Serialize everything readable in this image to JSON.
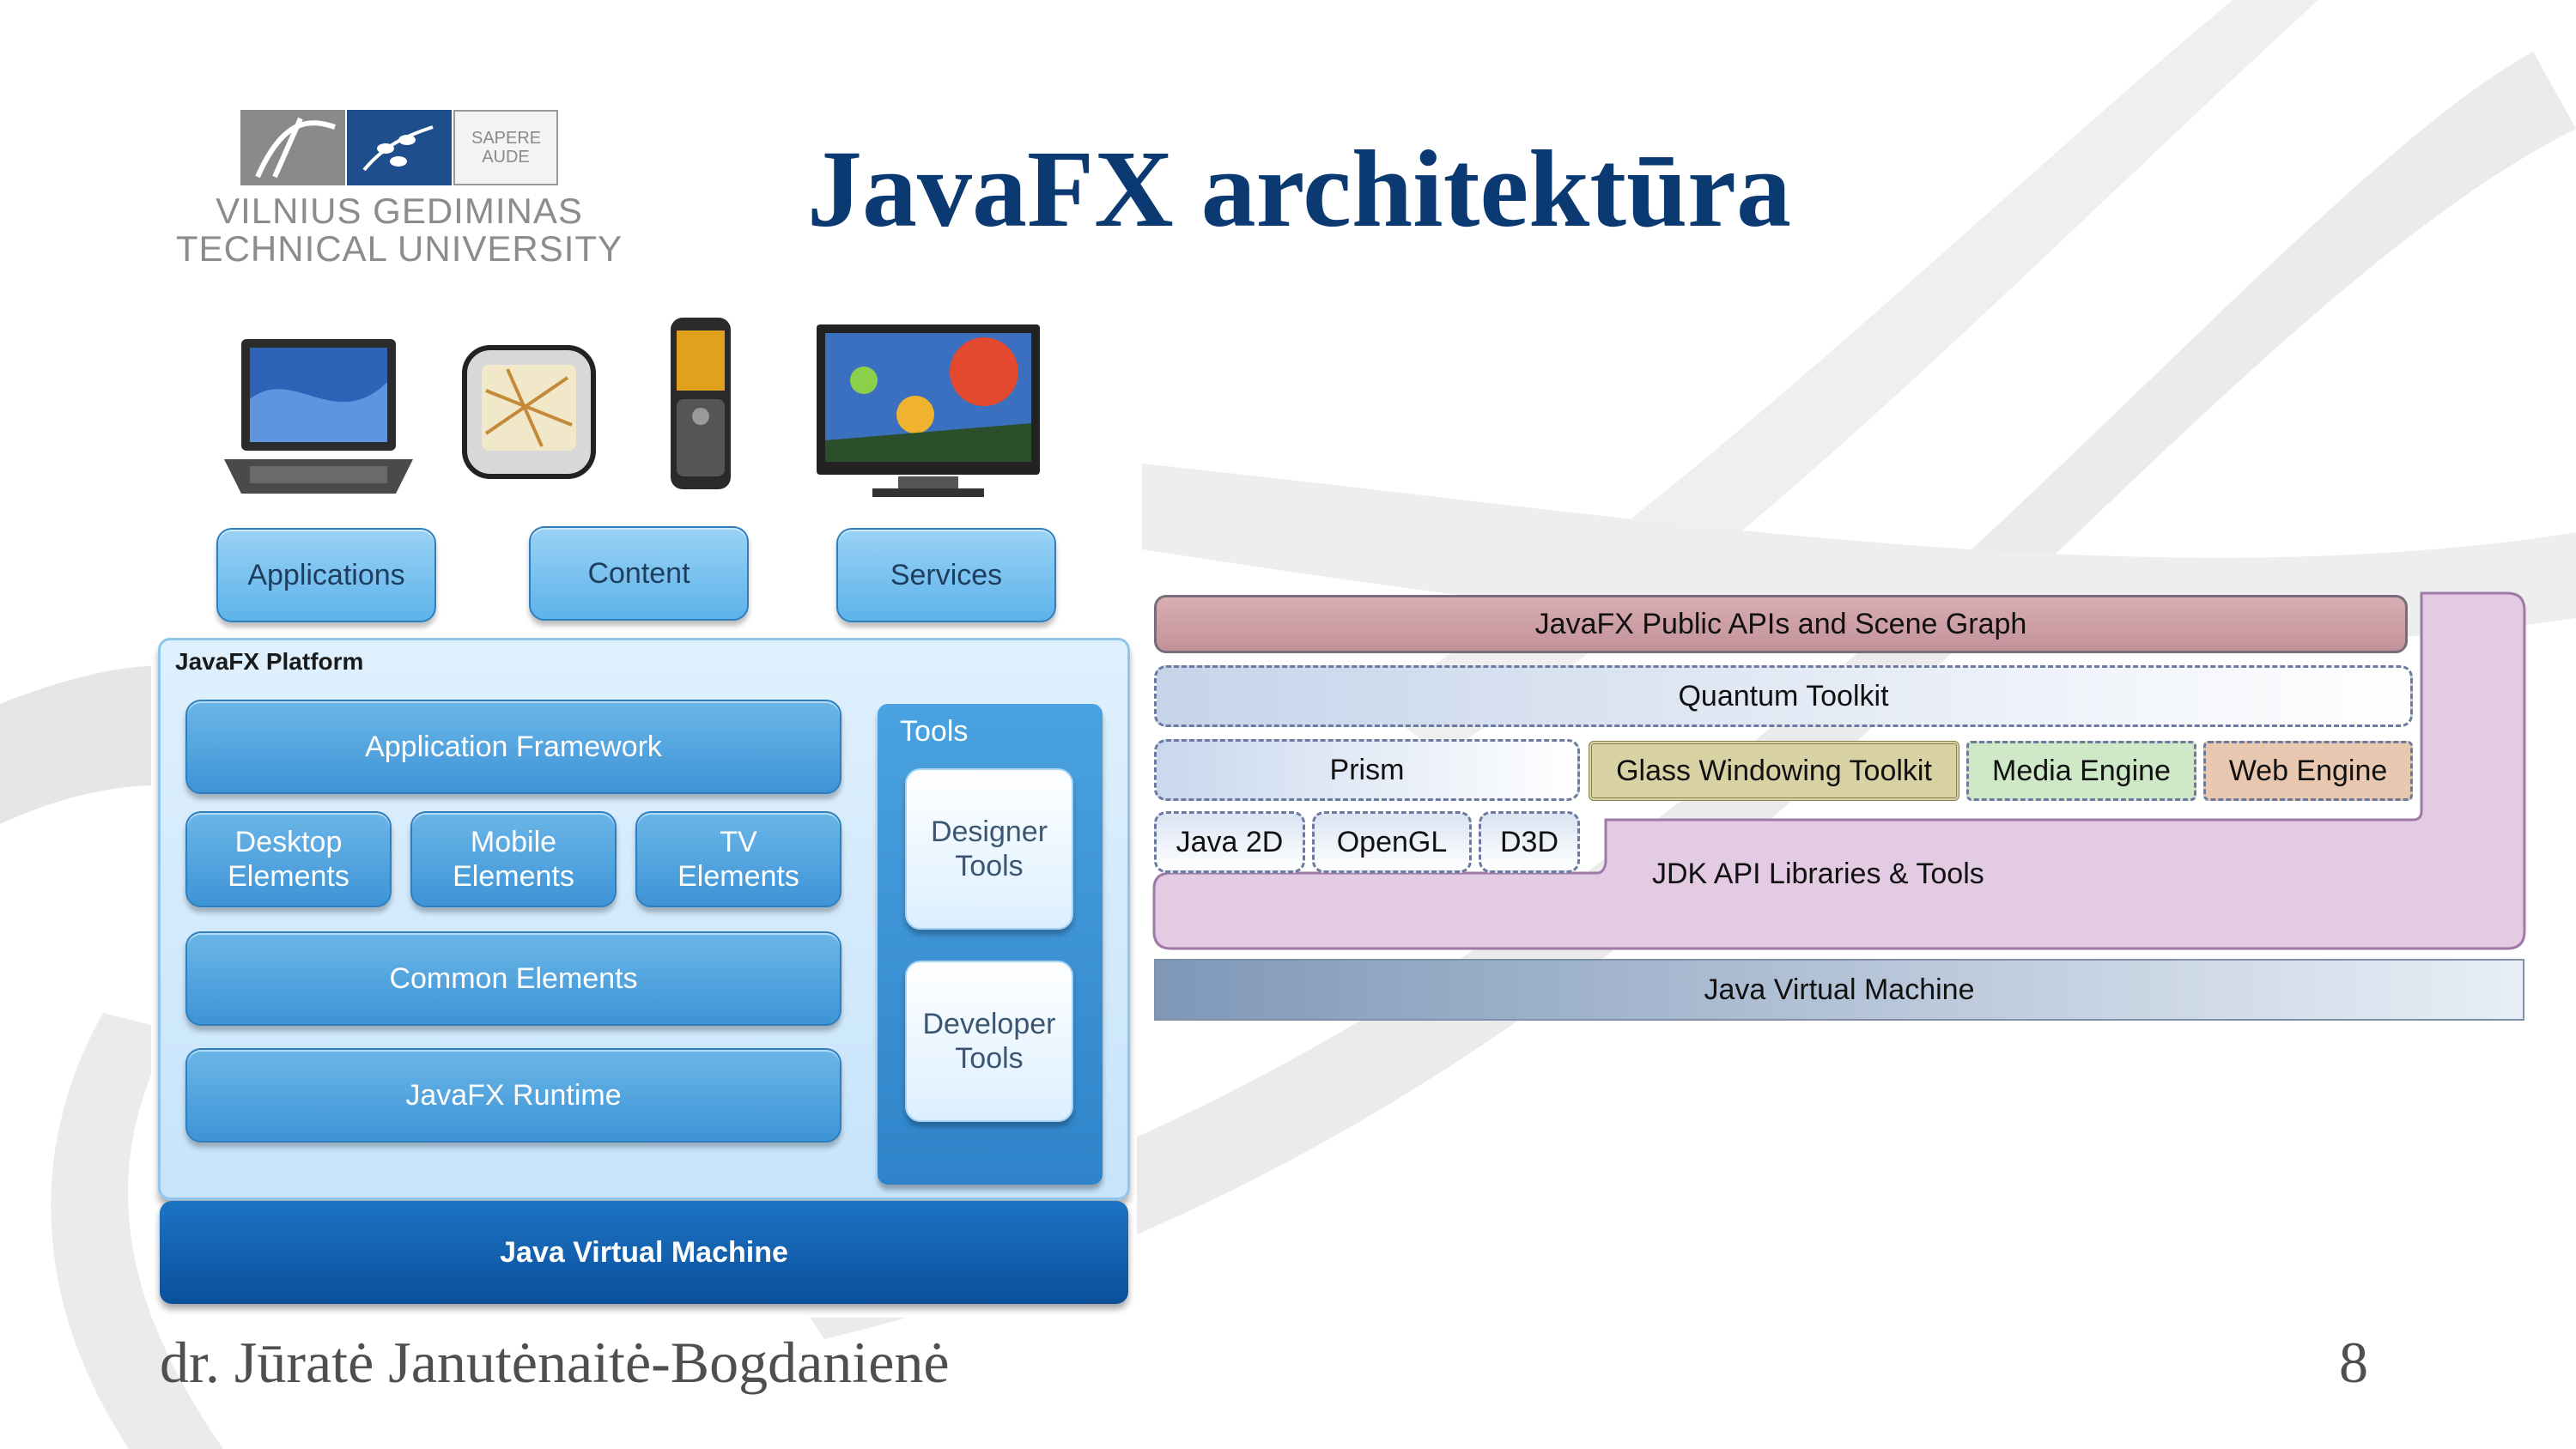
{
  "header": {
    "title": "JavaFX architektūra"
  },
  "logo": {
    "motto_tile": "SAPERE AUDE",
    "line1": "VILNIUS GEDIMINAS",
    "line2": "TECHNICAL UNIVERSITY"
  },
  "left_diagram": {
    "devices": [
      "laptop",
      "gps-navigator",
      "mobile-phone",
      "tv-screen"
    ],
    "top_items": [
      "Applications",
      "Content",
      "Services"
    ],
    "platform_label": "JavaFX Platform",
    "application_framework": "Application Framework",
    "elements": [
      "Desktop\nElements",
      "Mobile\nElements",
      "TV\nElements"
    ],
    "common_elements": "Common Elements",
    "runtime": "JavaFX Runtime",
    "tools_label": "Tools",
    "tools": [
      "Designer\nTools",
      "Developer\nTools"
    ],
    "jvm": "Java Virtual Machine"
  },
  "right_diagram": {
    "public_apis": "JavaFX Public APIs and Scene Graph",
    "quantum": "Quantum Toolkit",
    "prism": "Prism",
    "glass": "Glass Windowing Toolkit",
    "media": "Media Engine",
    "web": "Web Engine",
    "java2d": "Java 2D",
    "opengl": "OpenGL",
    "d3d": "D3D",
    "jdk": "JDK API Libraries & Tools",
    "jvm": "Java Virtual Machine"
  },
  "footer": {
    "author": "dr. Jūratė Janutėnaitė-Bogdanienė",
    "page_number": "8"
  },
  "colors": {
    "title": "#0b3a72",
    "platform_blue": "#3e94d6",
    "jvm_blue": "#0b4f9b",
    "public_apis": "#c99a9f",
    "glass": "#d8d2a4",
    "media": "#cfe8c8",
    "web": "#e8c8b0",
    "jdk": "#e3cbe3"
  }
}
